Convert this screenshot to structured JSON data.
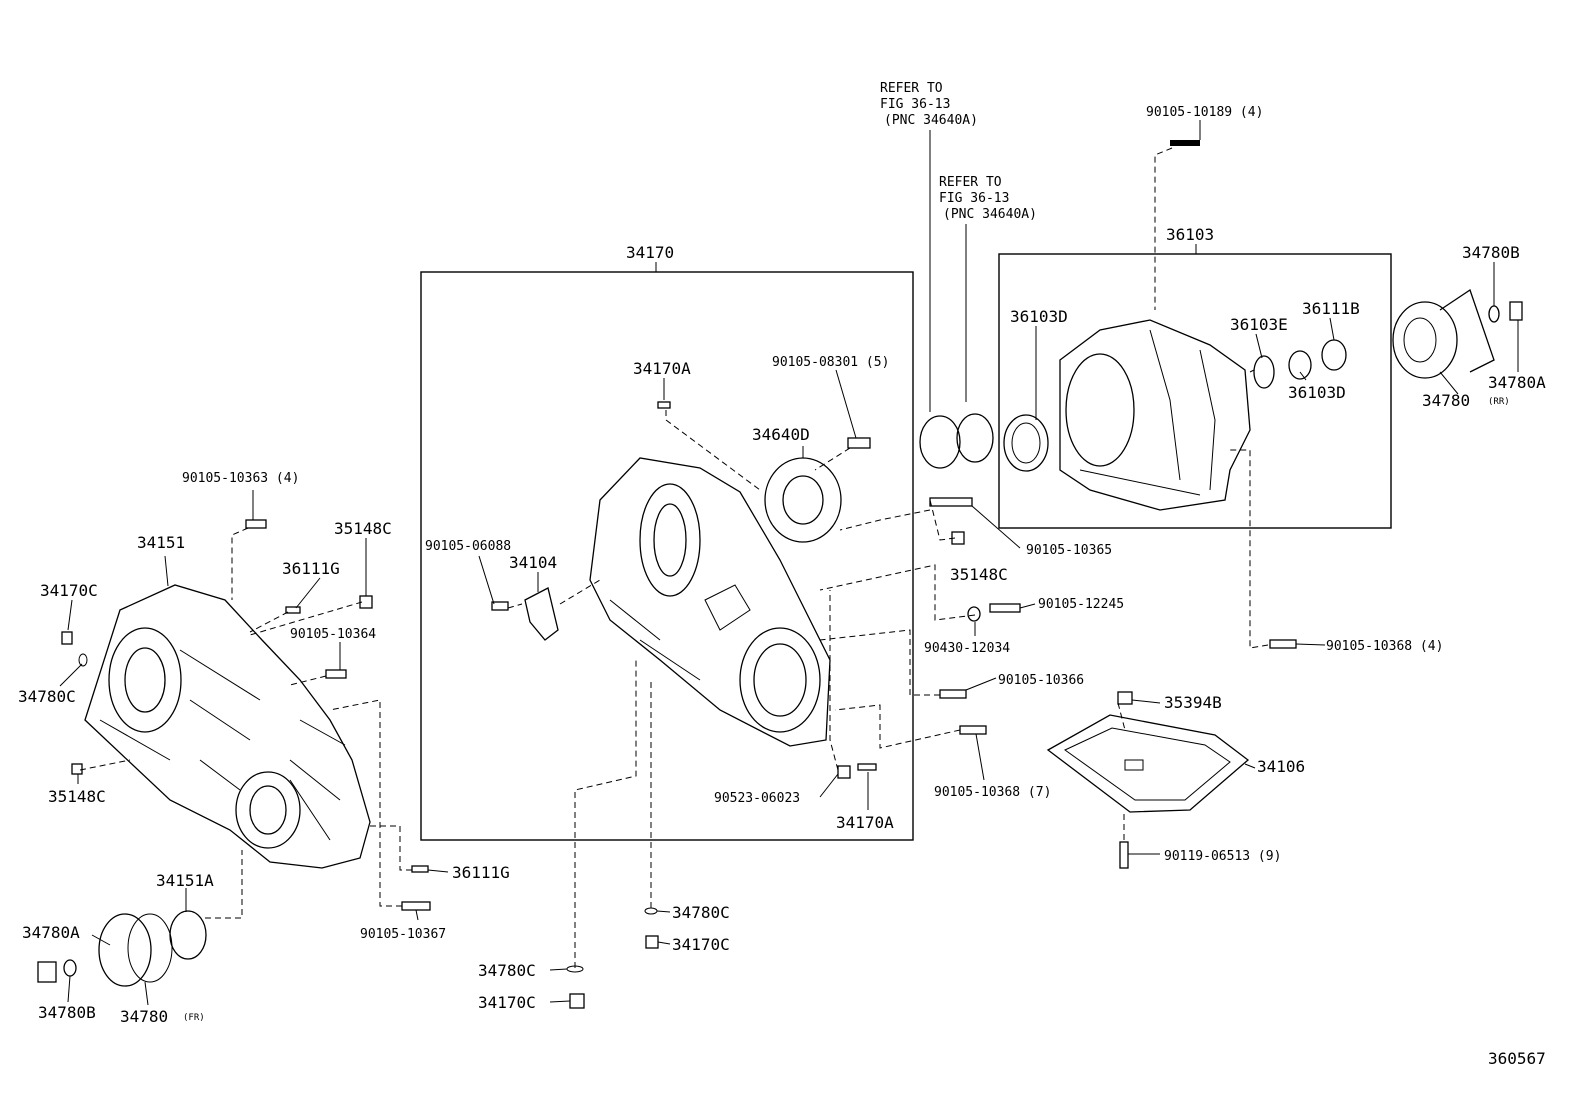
{
  "figure_number": "360567",
  "group_boxes": {
    "front_cover_group": "34170",
    "extension_housing_group": "36103"
  },
  "refer_notes": [
    {
      "line1": "REFER TO",
      "line2": "FIG 36-13",
      "line3": "(PNC 34640A)"
    },
    {
      "line1": "REFER TO",
      "line2": "FIG 36-13",
      "line3": "(PNC 34640A)"
    }
  ],
  "labels": {
    "p90105_10189": "90105-10189 (4)",
    "p36103D_a": "36103D",
    "p36103E": "36103E",
    "p36111B": "36111B",
    "p36103D_b": "36103D",
    "p34780B_rr": "34780B",
    "p34780A_rr": "34780A",
    "p34780_rr": "34780",
    "rr_tag": "(RR)",
    "p34170A_top": "34170A",
    "p90105_08301": "90105-08301 (5)",
    "p34640D": "34640D",
    "p90105_06088": "90105-06088",
    "p34104": "34104",
    "p90523_06023": "90523-06023",
    "p34170A_bot": "34170A",
    "p90105_10365": "90105-10365",
    "p35148C_mid": "35148C",
    "p90105_12245": "90105-12245",
    "p90430_12034": "90430-12034",
    "p90105_10368_4": "90105-10368 (4)",
    "p90105_10366": "90105-10366",
    "p35394B": "35394B",
    "p34106": "34106",
    "p90105_10368_7": "90105-10368 (7)",
    "p90119_06513": "90119-06513 (9)",
    "p90105_10363": "90105-10363 (4)",
    "p34151": "34151",
    "p35148C_top": "35148C",
    "p34170C_left": "34170C",
    "p36111G_top": "36111G",
    "p90105_10364": "90105-10364",
    "p34780C_left": "34780C",
    "p35148C_left": "35148C",
    "p36111G_bot": "36111G",
    "p90105_10367": "90105-10367",
    "p34151A": "34151A",
    "p34780A_fr": "34780A",
    "p34780B_fr": "34780B",
    "p34780_fr": "34780",
    "fr_tag": "(FR)",
    "p34780C_mid": "34780C",
    "p34170C_mid": "34170C",
    "p34780C_low": "34780C",
    "p34170C_low": "34170C"
  }
}
